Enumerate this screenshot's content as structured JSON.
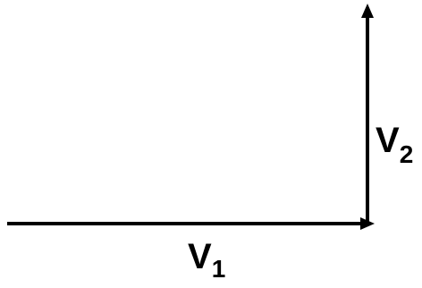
{
  "diagram": {
    "vectors": [
      {
        "id": "v1",
        "label": "V",
        "subscript": "1",
        "direction": "right"
      },
      {
        "id": "v2",
        "label": "V",
        "subscript": "2",
        "direction": "up"
      }
    ],
    "colors": {
      "stroke": "#000000",
      "label": "#000000",
      "background": "#ffffff"
    }
  }
}
